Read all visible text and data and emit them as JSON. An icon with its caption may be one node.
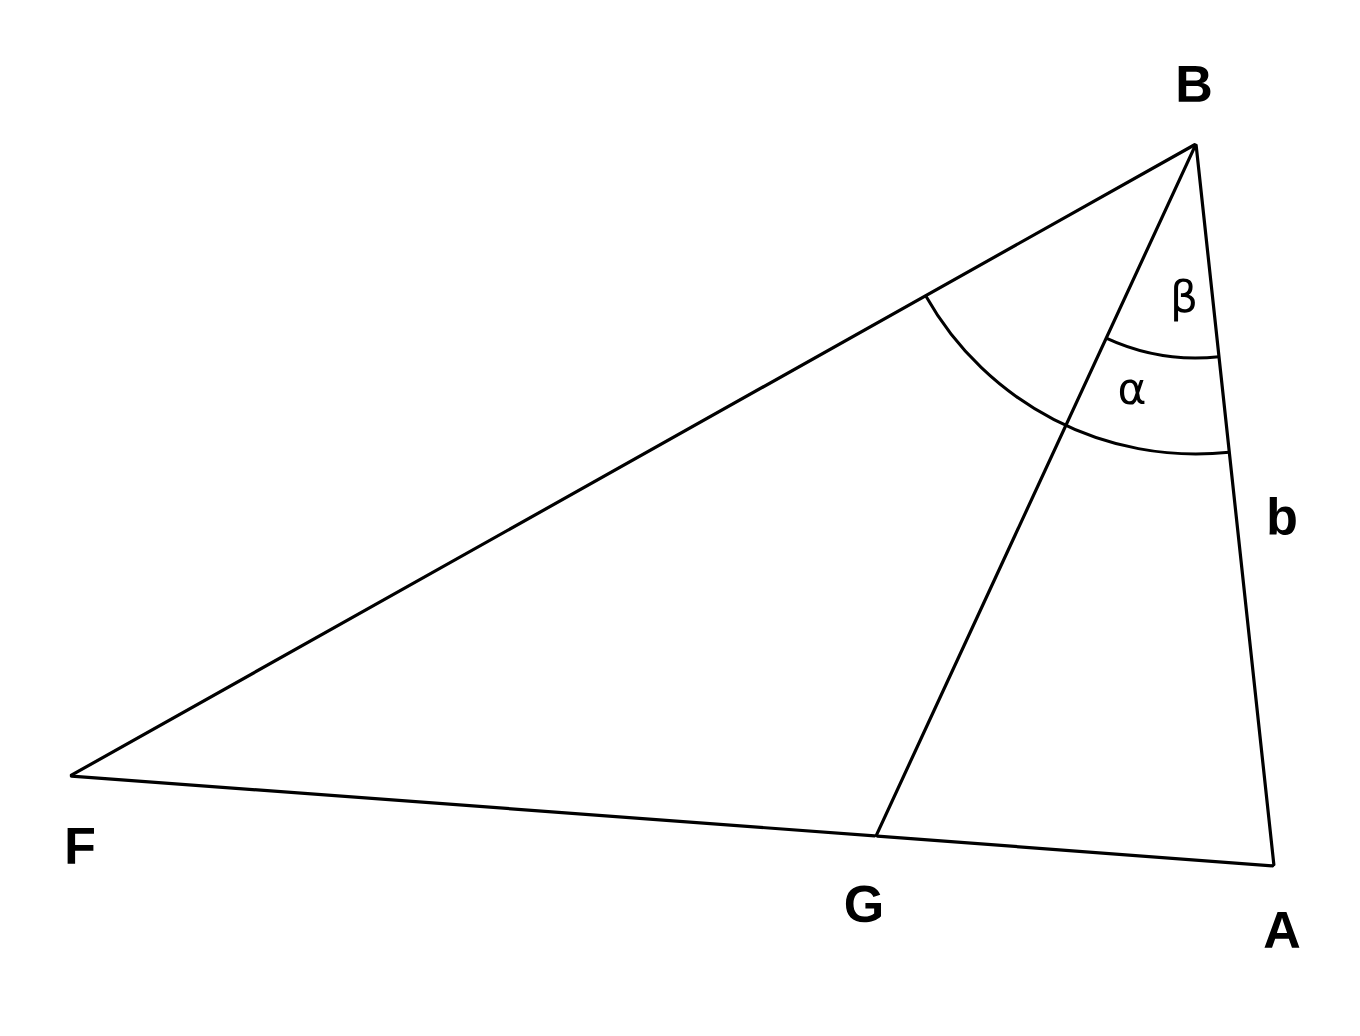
{
  "diagram": {
    "nodes": [
      {
        "text": [
          "B"
        ]
      },
      {
        "text": [
          "F"
        ]
      },
      {
        "text": [
          "G"
        ]
      },
      {
        "text": [
          "A"
        ]
      }
    ],
    "edges": [
      {
        "from": 0,
        "to": 1,
        "arrow": "none"
      },
      {
        "from": 1,
        "to": 2,
        "arrow": "none"
      },
      {
        "from": 2,
        "to": 3,
        "arrow": "none"
      },
      {
        "from": 3,
        "to": 0,
        "arrow": "none"
      },
      {
        "from": 0,
        "to": 2,
        "arrow": "none"
      }
    ],
    "labels": [
      "β",
      "α",
      "b"
    ]
  }
}
